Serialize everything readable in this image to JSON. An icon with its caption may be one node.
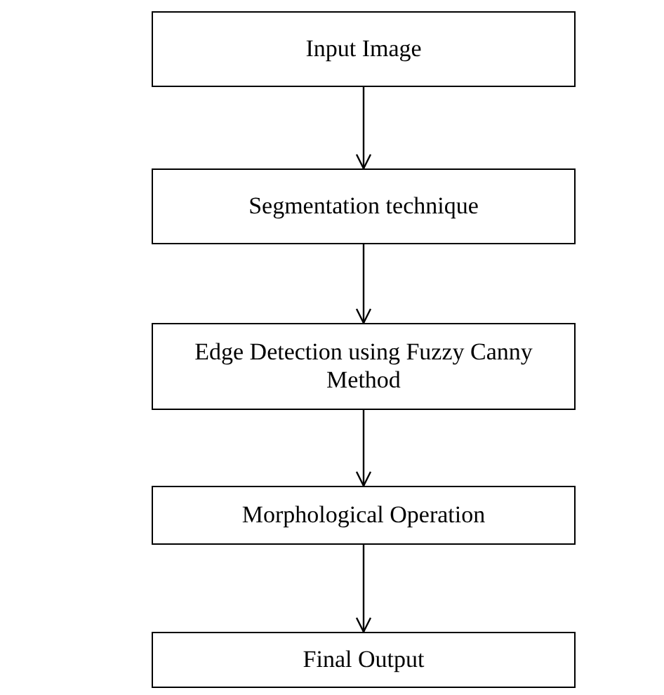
{
  "diagram": {
    "nodes": [
      {
        "text": [
          "Input Image"
        ]
      },
      {
        "text": [
          "Segmentation technique"
        ]
      },
      {
        "text": [
          "Edge Detection using Fuzzy Canny Method"
        ]
      },
      {
        "text": [
          "Morphological Operation"
        ]
      },
      {
        "text": [
          "Final Output"
        ]
      }
    ],
    "edges": [
      {
        "from": 0,
        "to": 1,
        "arrow": "to"
      },
      {
        "from": 1,
        "to": 2,
        "arrow": "to"
      },
      {
        "from": 2,
        "to": 3,
        "arrow": "to"
      },
      {
        "from": 3,
        "to": 4,
        "arrow": "to"
      }
    ]
  }
}
